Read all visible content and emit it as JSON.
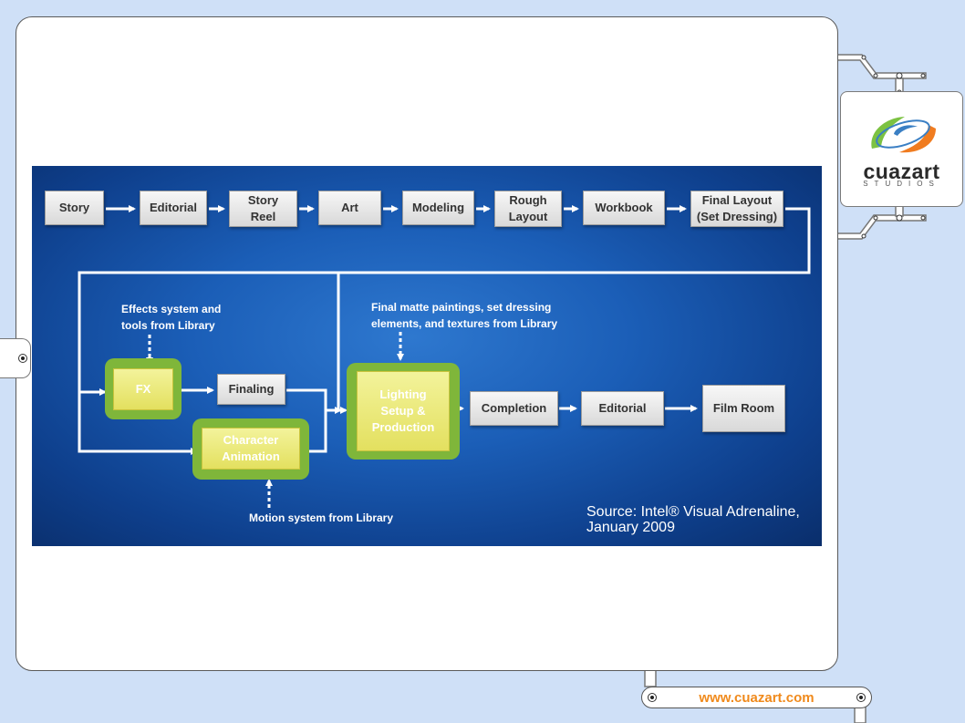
{
  "diagram": {
    "top_row": [
      "Story",
      "Editorial",
      "Story\nReel",
      "Art",
      "Modeling",
      "Rough\nLayout",
      "Workbook",
      "Final Layout\n(Set Dressing)"
    ],
    "fx": "FX",
    "finaling": "Finaling",
    "character_animation": "Character\nAnimation",
    "lighting": "Lighting\nSetup &\nProduction",
    "completion": "Completion",
    "editorial_2": "Editorial",
    "film_room": "Film Room",
    "note_effects": "Effects system and\ntools from Library",
    "note_matte": "Final matte paintings, set dressing\nelements, and textures from Library",
    "note_motion": "Motion system from Library",
    "source": "Source: Intel® Visual Adrenaline,\nJanuary 2009"
  },
  "logo": {
    "name": "cuazart",
    "sub": "STUDIOS"
  },
  "footer": {
    "url": "www.cuazart.com"
  },
  "colors": {
    "diagram_bg": "#1b5eb7",
    "halo": "#7fb63a",
    "yellow_box": "#e9e670",
    "page_bg": "#cfe0f7",
    "url_text": "#f08a1c"
  }
}
